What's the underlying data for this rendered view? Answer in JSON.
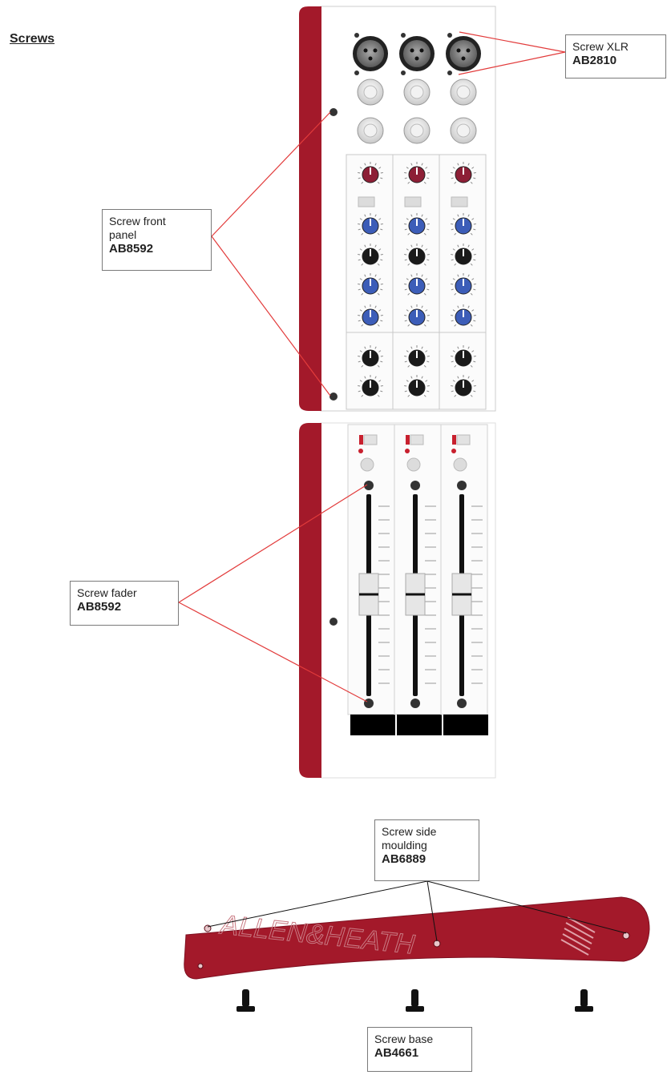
{
  "heading": "Screws",
  "labels": {
    "xlr": {
      "lines": [
        "Screw XLR"
      ],
      "code": "AB2810"
    },
    "front_panel": {
      "lines": [
        "Screw front",
        "panel"
      ],
      "code": "AB8592"
    },
    "fader": {
      "lines": [
        "Screw fader"
      ],
      "code": "AB8592"
    },
    "side_moulding": {
      "lines": [
        "Screw side",
        "moulding"
      ],
      "code": "AB6889"
    },
    "base": {
      "lines": [
        "Screw base"
      ],
      "code": "AB4661"
    }
  },
  "logo_text": "ALLEN&HEATH",
  "colors": {
    "mixer_red": "#a3192a",
    "leader_line_red": "#e23b3b",
    "leader_line_black": "#111111",
    "knob_maroon": "#8d1f36",
    "knob_blue": "#3c5db8",
    "knob_black": "#1a1a1a"
  }
}
